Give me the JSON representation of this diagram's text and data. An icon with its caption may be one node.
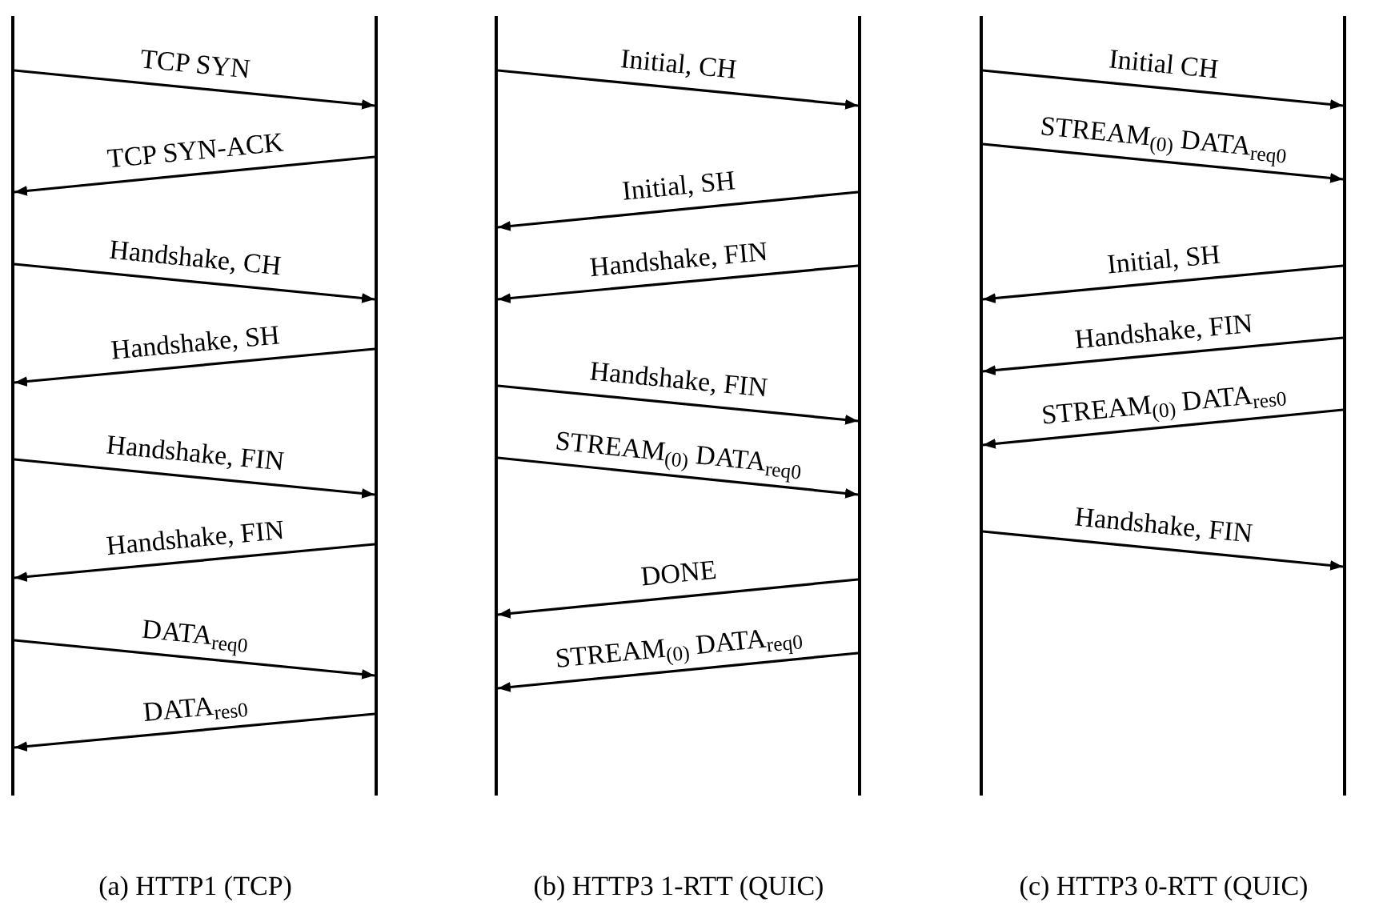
{
  "diagram": {
    "nodes": [
      {
        "text": [],
        "shape": "bar"
      },
      {
        "text": [],
        "shape": "bar"
      },
      {
        "text": [],
        "shape": "bar"
      },
      {
        "text": [],
        "shape": "bar"
      },
      {
        "text": [],
        "shape": "bar"
      },
      {
        "text": [],
        "shape": "bar"
      }
    ],
    "edges": [
      {
        "from": 0,
        "to": 1,
        "arrow": "to",
        "label": "TCP SYN"
      },
      {
        "from": 1,
        "to": 0,
        "arrow": "to",
        "label": "TCP SYN-ACK"
      },
      {
        "from": 0,
        "to": 1,
        "arrow": "to",
        "label": "Handshake, CH"
      },
      {
        "from": 1,
        "to": 0,
        "arrow": "to",
        "label": "Handshake, SH"
      },
      {
        "from": 0,
        "to": 1,
        "arrow": "to",
        "label": "Handshake, FIN"
      },
      {
        "from": 1,
        "to": 0,
        "arrow": "to",
        "label": "Handshake, FIN"
      },
      {
        "from": 0,
        "to": 1,
        "arrow": "to",
        "label": "DATA$_{req0}$"
      },
      {
        "from": 1,
        "to": 0,
        "arrow": "to",
        "label": "DATA$_{res0}$"
      },
      {
        "from": 2,
        "to": 3,
        "arrow": "to",
        "label": "Initial, CH"
      },
      {
        "from": 3,
        "to": 2,
        "arrow": "to",
        "label": "Initial, SH"
      },
      {
        "from": 3,
        "to": 2,
        "arrow": "to",
        "label": "Handshake, FIN"
      },
      {
        "from": 2,
        "to": 3,
        "arrow": "to",
        "label": "Handshake, FIN"
      },
      {
        "from": 2,
        "to": 3,
        "arrow": "to",
        "label": "STREAM$_{(0)}$ DATA$_{req0}$"
      },
      {
        "from": 3,
        "to": 2,
        "arrow": "to",
        "label": "DONE"
      },
      {
        "from": 3,
        "to": 2,
        "arrow": "to",
        "label": "STREAM$_{(0)}$ DATA$_{req0}$"
      },
      {
        "from": 4,
        "to": 5,
        "arrow": "to",
        "label": "Initial CH"
      },
      {
        "from": 4,
        "to": 5,
        "arrow": "to",
        "label": "STREAM$_{(0)}$ DATA$_{req0}$"
      },
      {
        "from": 5,
        "to": 4,
        "arrow": "to",
        "label": "Initial, SH"
      },
      {
        "from": 5,
        "to": 4,
        "arrow": "to",
        "label": "Handshake, FIN"
      },
      {
        "from": 5,
        "to": 4,
        "arrow": "to",
        "label": "STREAM$_{(0)}$ DATA$_{res0}$"
      },
      {
        "from": 4,
        "to": 5,
        "arrow": "to",
        "label": "Handshake, FIN"
      }
    ],
    "labels": [
      "(a) HTTP1 (TCP)",
      "(b) HTTP3 1-RTT (QUIC)",
      "(c) HTTP3 0-RTT (QUIC)"
    ]
  }
}
